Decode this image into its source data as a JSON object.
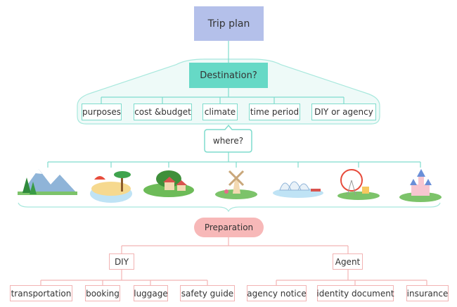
{
  "root": {
    "label": "Trip plan",
    "color": "#b4c0ea"
  },
  "destination": {
    "label": "Destination?",
    "color": "#66d9c6",
    "children": [
      "purposes",
      "cost &budget",
      "climate",
      "time period",
      "DIY or agency"
    ]
  },
  "where": {
    "label": "where?",
    "images": [
      "mountains",
      "tropical-beach",
      "village",
      "windmill",
      "opera-house",
      "ferris-wheel",
      "castle"
    ]
  },
  "preparation": {
    "label": "Preparation",
    "color": "#f7b8b8",
    "diy": {
      "label": "DIY",
      "children": [
        "transportation",
        "booking",
        "luggage",
        "safety guide"
      ]
    },
    "agent": {
      "label": "Agent",
      "children": [
        "agency notice",
        "identity document",
        "insurance"
      ]
    }
  }
}
